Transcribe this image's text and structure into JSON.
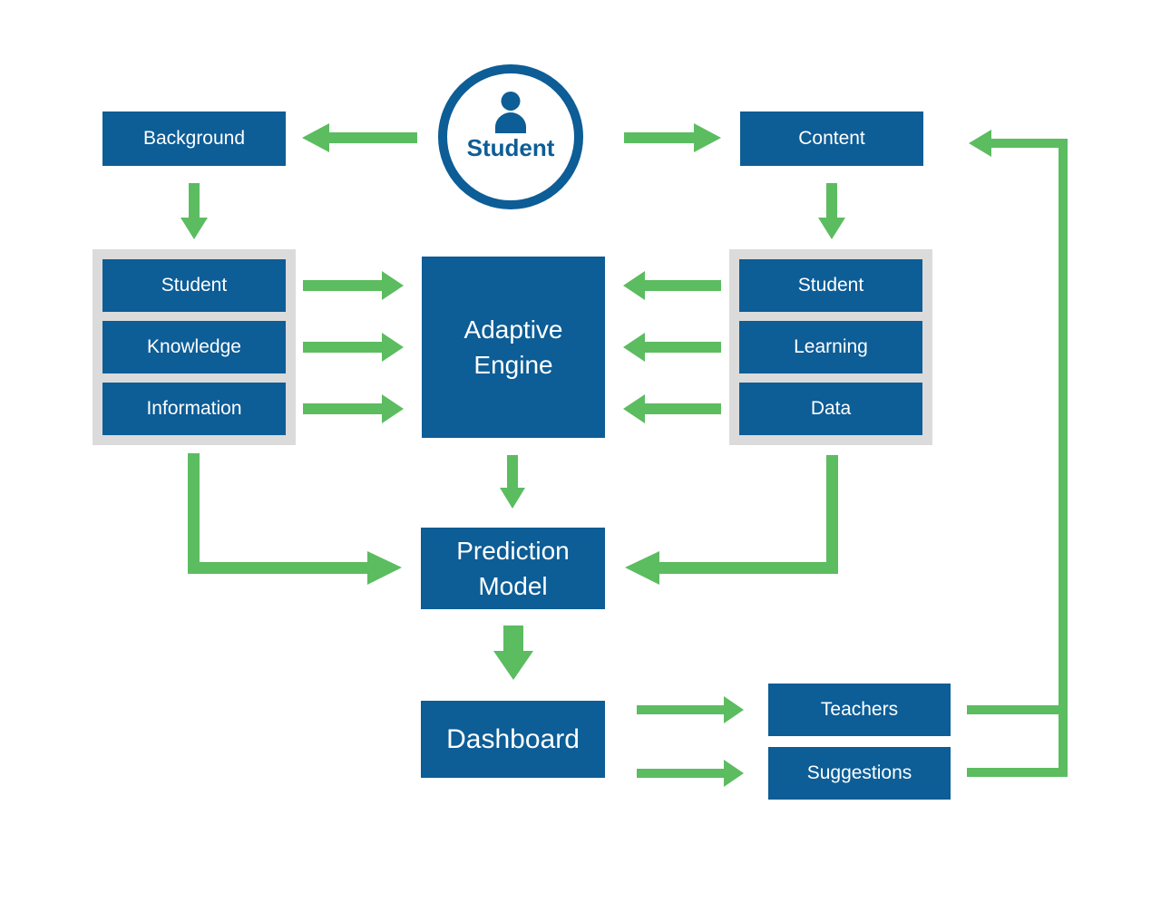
{
  "hub": {
    "label": "Student",
    "icon": "person-icon"
  },
  "nodes": {
    "background": {
      "label": "Background"
    },
    "content": {
      "label": "Content"
    },
    "adaptive_engine": {
      "label": "Adaptive Engine"
    },
    "prediction_model": {
      "label": "Prediction Model"
    },
    "dashboard": {
      "label": "Dashboard"
    },
    "teachers": {
      "label": "Teachers"
    },
    "suggestions": {
      "label": "Suggestions"
    }
  },
  "left_group": {
    "items": [
      {
        "label": "Student"
      },
      {
        "label": "Knowledge"
      },
      {
        "label": "Information"
      }
    ]
  },
  "right_group": {
    "items": [
      {
        "label": "Student"
      },
      {
        "label": "Learning"
      },
      {
        "label": "Data"
      }
    ]
  },
  "edges": [
    {
      "from": "Student",
      "to": "Background"
    },
    {
      "from": "Student",
      "to": "Content"
    },
    {
      "from": "Background",
      "to": "Student Knowledge Information group"
    },
    {
      "from": "Content",
      "to": "Student Learning Data group"
    },
    {
      "from": "Student Knowledge Information group",
      "to": "Adaptive Engine"
    },
    {
      "from": "Student Learning Data group",
      "to": "Adaptive Engine"
    },
    {
      "from": "Adaptive Engine",
      "to": "Prediction Model"
    },
    {
      "from": "Student Knowledge Information group",
      "to": "Prediction Model"
    },
    {
      "from": "Student Learning Data group",
      "to": "Prediction Model"
    },
    {
      "from": "Prediction Model",
      "to": "Dashboard"
    },
    {
      "from": "Dashboard",
      "to": "Teachers"
    },
    {
      "from": "Dashboard",
      "to": "Suggestions"
    },
    {
      "from": "Teachers",
      "to": "Content"
    },
    {
      "from": "Suggestions",
      "to": "Content"
    }
  ],
  "colors": {
    "node-blue": "#0d5d96",
    "arrow-green": "#5cbc60",
    "group-gray": "#dbdbdb",
    "label-white": "#ffffff"
  }
}
